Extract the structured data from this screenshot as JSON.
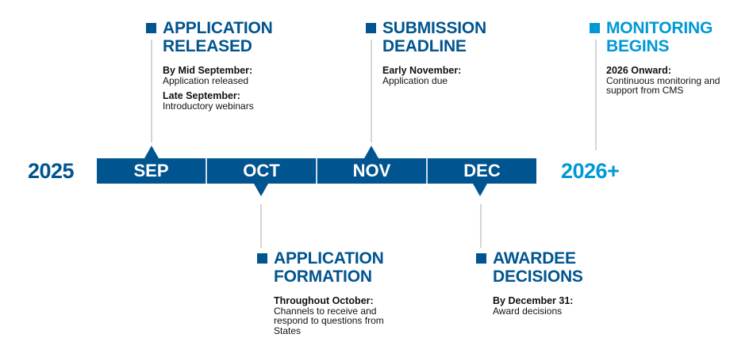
{
  "timeline": {
    "start_year": "2025",
    "end_year": "2026+",
    "months": [
      "SEP",
      "OCT",
      "NOV",
      "DEC"
    ],
    "colors": {
      "primary": "#00548f",
      "accent": "#0099d6",
      "connector": "#d5d5d5"
    }
  },
  "milestones": [
    {
      "title_line1": "APPLICATION",
      "title_line2": "RELEASED",
      "month": "SEP",
      "position": "above",
      "items": [
        {
          "label": "By Mid September:",
          "text": "Application released"
        },
        {
          "label": "Late September:",
          "text": "Introductory webinars"
        }
      ]
    },
    {
      "title_line1": "APPLICATION",
      "title_line2": "FORMATION",
      "month": "OCT",
      "position": "below",
      "items": [
        {
          "label": "Throughout October:",
          "text": "Channels to receive and respond to questions from States"
        }
      ]
    },
    {
      "title_line1": "SUBMISSION",
      "title_line2": "DEADLINE",
      "month": "NOV",
      "position": "above",
      "items": [
        {
          "label": "Early November:",
          "text": "Application due"
        }
      ]
    },
    {
      "title_line1": "AWARDEE",
      "title_line2": "DECISIONS",
      "month": "DEC",
      "position": "below",
      "items": [
        {
          "label": "By December 31:",
          "text": "Award decisions"
        }
      ]
    },
    {
      "title_line1": "MONITORING",
      "title_line2": "BEGINS",
      "month": "2026+",
      "position": "above",
      "items": [
        {
          "label": "2026 Onward:",
          "text": "Continuous monitoring and support from CMS"
        }
      ]
    }
  ]
}
